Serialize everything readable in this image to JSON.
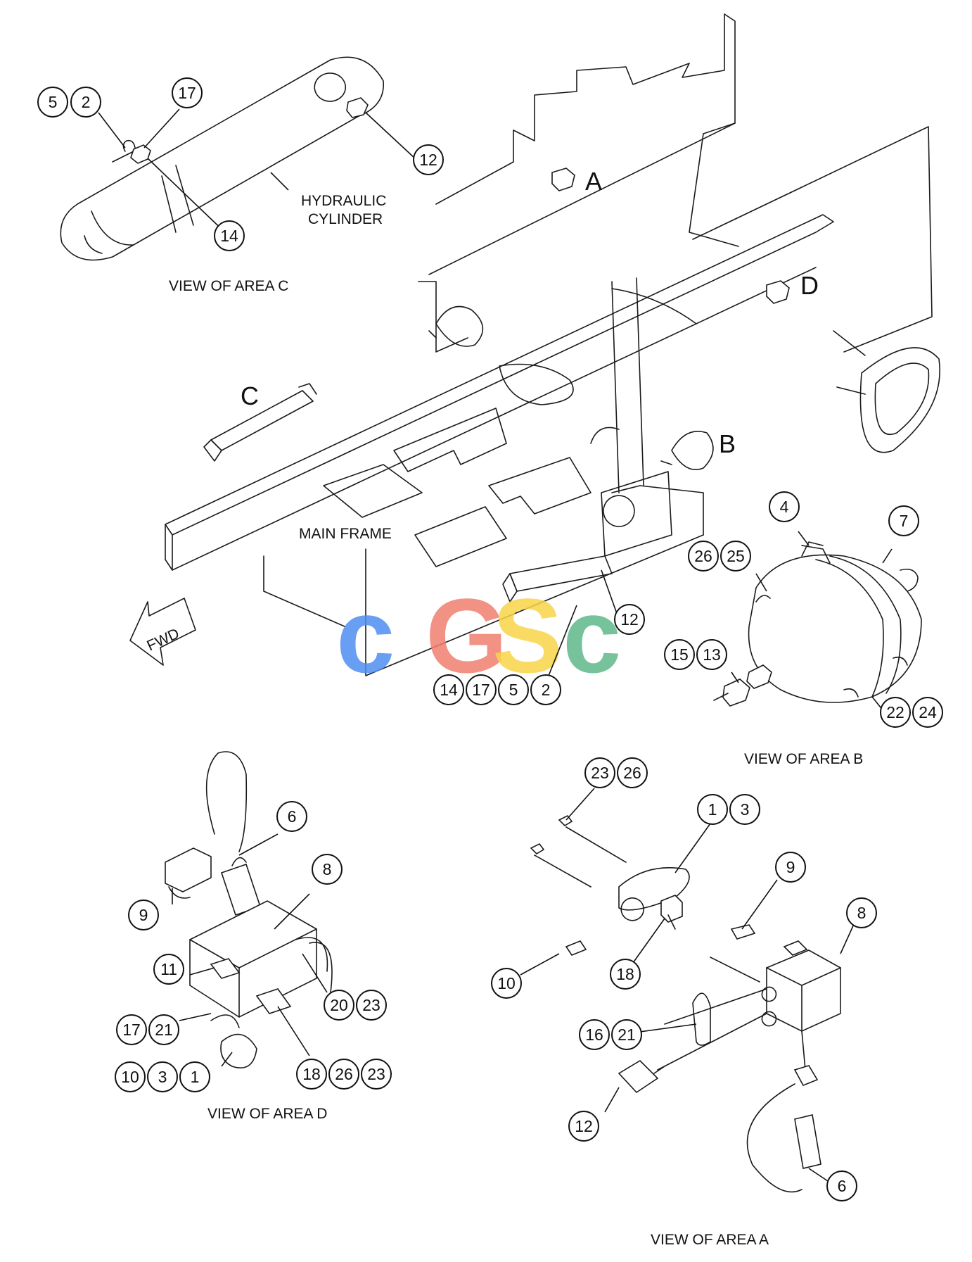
{
  "labels": {
    "hydraulic_cylinder_line1": "HYDRAULIC",
    "hydraulic_cylinder_line2": "CYLINDER",
    "main_frame": "MAIN FRAME",
    "fwd": "FWD",
    "view_c": "VIEW OF AREA C",
    "view_b": "VIEW OF AREA B",
    "view_d": "VIEW OF AREA D",
    "view_a": "VIEW OF AREA A",
    "area_a": "A",
    "area_b": "B",
    "area_c": "C",
    "area_d": "D"
  },
  "watermark": {
    "letters": [
      "c",
      "G",
      "S",
      "c"
    ],
    "colors": [
      "#4f8ff0",
      "#f08070",
      "#f8d448",
      "#5fb98a"
    ]
  },
  "callouts": {
    "view_c": [
      "5",
      "2",
      "17",
      "12",
      "14"
    ],
    "main": [
      "12",
      "14",
      "17",
      "5",
      "2"
    ],
    "view_b": [
      "4",
      "7",
      "26",
      "25",
      "15",
      "13",
      "22",
      "24"
    ],
    "view_d": [
      "6",
      "8",
      "9",
      "11",
      "20",
      "23",
      "17",
      "21",
      "18",
      "26",
      "23",
      "10",
      "3",
      "1"
    ],
    "view_a": [
      "23",
      "26",
      "1",
      "3",
      "9",
      "8",
      "10",
      "18",
      "16",
      "21",
      "12",
      "6"
    ]
  }
}
